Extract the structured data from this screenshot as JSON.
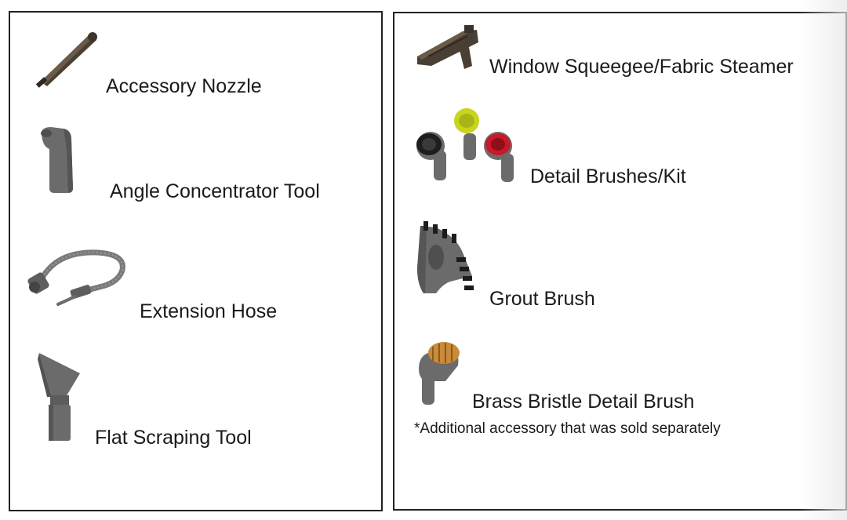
{
  "left_panel": {
    "items": [
      {
        "label": "Accessory Nozzle",
        "icon": "nozzle-icon"
      },
      {
        "label": "Angle Concentrator Tool",
        "icon": "angle-concentrator-icon"
      },
      {
        "label": "Extension Hose",
        "icon": "extension-hose-icon"
      },
      {
        "label": "Flat Scraping Tool",
        "icon": "flat-scraping-tool-icon"
      }
    ]
  },
  "right_panel": {
    "items": [
      {
        "label": "Window Squeegee/Fabric Steamer",
        "icon": "squeegee-icon"
      },
      {
        "label": "Detail Brushes/Kit",
        "icon": "detail-brushes-icon"
      },
      {
        "label": "Grout Brush",
        "icon": "grout-brush-icon"
      },
      {
        "label": "Brass Bristle Detail Brush",
        "icon": "brass-brush-icon"
      }
    ],
    "note": "*Additional accessory that was sold separately"
  },
  "colors": {
    "tool_gray": "#6b6b6b",
    "nozzle_brown": "#4a3f33",
    "yellow_bristles": "#c8d41e",
    "red_bristles": "#c8182a",
    "brass_bristles": "#c98a3a",
    "border": "#222222"
  }
}
